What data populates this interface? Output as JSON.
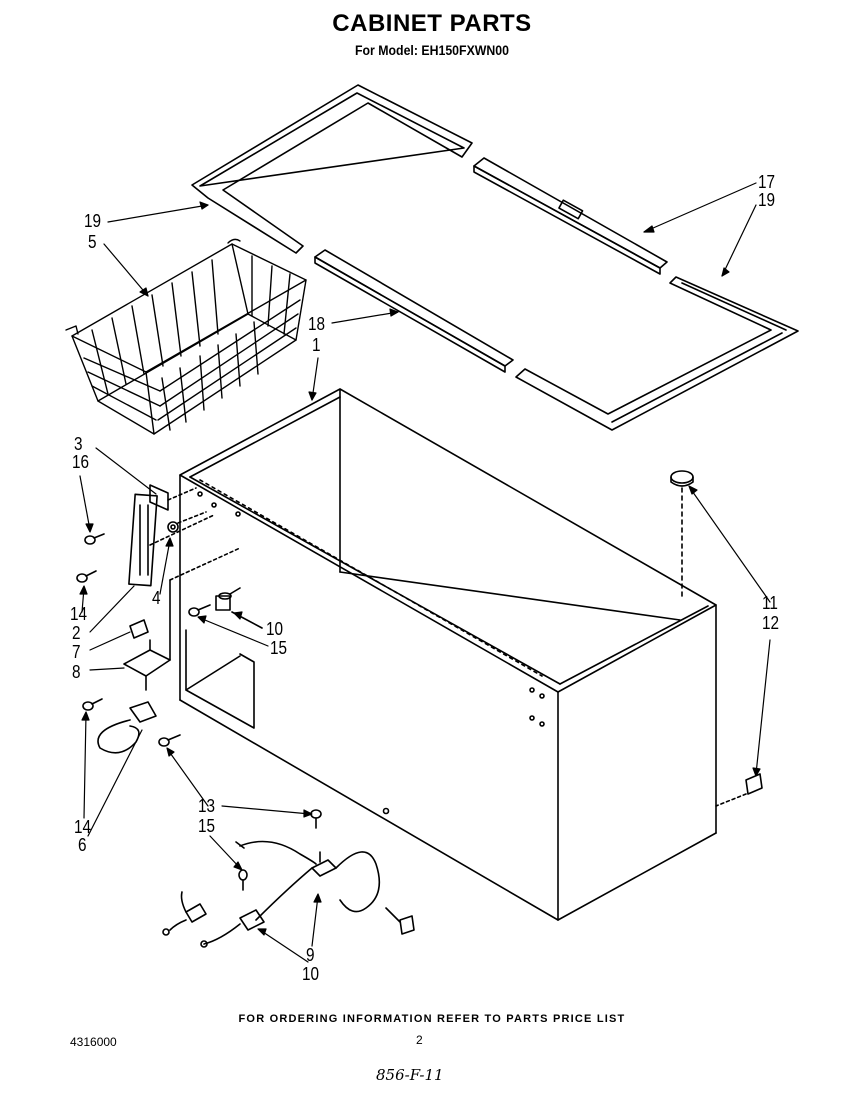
{
  "header": {
    "title": "CABINET PARTS",
    "subtitle": "For Model: EH150FXWN00"
  },
  "callouts": [
    {
      "id": "c19a",
      "text": "19"
    },
    {
      "id": "c5",
      "text": "5"
    },
    {
      "id": "c17",
      "text": "17"
    },
    {
      "id": "c19b",
      "text": "19"
    },
    {
      "id": "c18",
      "text": "18"
    },
    {
      "id": "c1",
      "text": "1"
    },
    {
      "id": "c3",
      "text": "3"
    },
    {
      "id": "c16",
      "text": "16"
    },
    {
      "id": "c14a",
      "text": "14"
    },
    {
      "id": "c2",
      "text": "2"
    },
    {
      "id": "c4",
      "text": "4"
    },
    {
      "id": "c7",
      "text": "7"
    },
    {
      "id": "c8",
      "text": "8"
    },
    {
      "id": "c10a",
      "text": "10"
    },
    {
      "id": "c15a",
      "text": "15"
    },
    {
      "id": "c11",
      "text": "11"
    },
    {
      "id": "c12",
      "text": "12"
    },
    {
      "id": "c14b",
      "text": "14"
    },
    {
      "id": "c6",
      "text": "6"
    },
    {
      "id": "c13",
      "text": "13"
    },
    {
      "id": "c15b",
      "text": "15"
    },
    {
      "id": "c9",
      "text": "9"
    },
    {
      "id": "c10b",
      "text": "10"
    }
  ],
  "footer": {
    "ordering_note": "FOR ORDERING INFORMATION REFER TO PARTS PRICE LIST",
    "document_number": "4316000",
    "page_number": "2",
    "handwritten_note": "856-F-11"
  }
}
